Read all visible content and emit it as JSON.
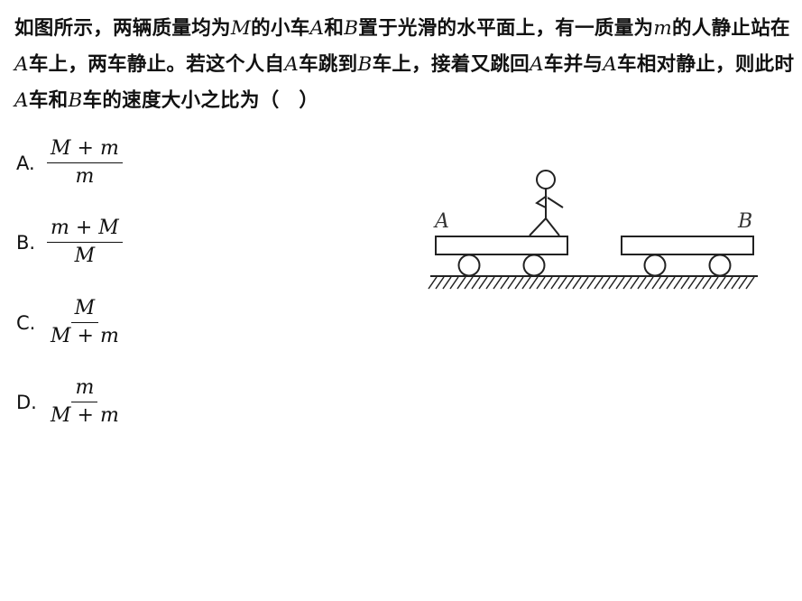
{
  "question": {
    "p1": "如图所示，两辆质量均为",
    "M1": "M",
    "p2": "的小车",
    "A1": "A",
    "p3": "和",
    "B1": "B",
    "p4": "置于光滑的水平面上，有一质量为",
    "m1": "m",
    "p5": "的人静止站在",
    "A2": "A",
    "p6": "车上，两车静止。若这个人自",
    "A3": "A",
    "p7": "车跳到",
    "B2": "B",
    "p8": "车上，接着又跳回",
    "A4": "A",
    "p9": "车并与",
    "A5": "A",
    "p10": "车相对静止，则此时",
    "A6": "A",
    "p11": "车和",
    "B3": "B",
    "p12": "车的速度大小之比为（　）"
  },
  "options": [
    {
      "label": "A.",
      "num": "M + m",
      "den": "m"
    },
    {
      "label": "B.",
      "num": "m + M",
      "den": "M"
    },
    {
      "label": "C.",
      "num": "M",
      "den": "M + m"
    },
    {
      "label": "D.",
      "num": "m",
      "den": "M + m"
    }
  ],
  "figure": {
    "label_a": "A",
    "label_b": "B"
  }
}
